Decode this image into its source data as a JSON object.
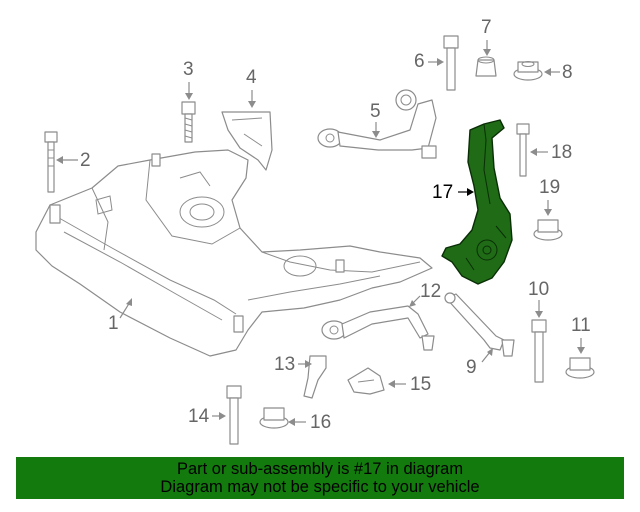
{
  "diagram": {
    "highlight_color": "#1f6b16",
    "line_color": "#8c8c8c",
    "callouts": [
      "1",
      "2",
      "3",
      "4",
      "5",
      "6",
      "7",
      "8",
      "9",
      "10",
      "11",
      "12",
      "13",
      "14",
      "15",
      "16",
      "17",
      "18",
      "19"
    ],
    "highlighted_callout": "17"
  },
  "banner": {
    "line1": "Part or sub-assembly is #17 in diagram",
    "line2": "Diagram may not be specific to your vehicle",
    "background": "#137a0e"
  }
}
